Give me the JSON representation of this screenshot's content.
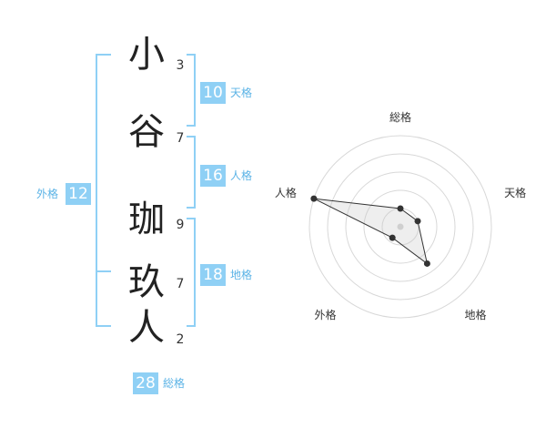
{
  "name": {
    "chars": [
      {
        "char": "小",
        "strokes": "3"
      },
      {
        "char": "谷",
        "strokes": "7"
      },
      {
        "char": "珈",
        "strokes": "9"
      },
      {
        "char": "玖",
        "strokes": "7"
      },
      {
        "char": "人",
        "strokes": "2"
      }
    ]
  },
  "kaku": {
    "tenkaku": {
      "value": "10",
      "label": "天格"
    },
    "jinkaku": {
      "value": "16",
      "label": "人格"
    },
    "chikaku": {
      "value": "18",
      "label": "地格"
    },
    "gaikaku": {
      "value": "12",
      "label": "外格"
    },
    "soukaku": {
      "value": "28",
      "label": "総格"
    }
  },
  "accent_color": "#8fd0f5",
  "chart_data": {
    "type": "radar",
    "axes": [
      "総格",
      "天格",
      "地格",
      "外格",
      "人格"
    ],
    "rings": 5,
    "values": [
      1.0,
      1.0,
      2.5,
      0.75,
      5.0
    ],
    "max": 5
  }
}
